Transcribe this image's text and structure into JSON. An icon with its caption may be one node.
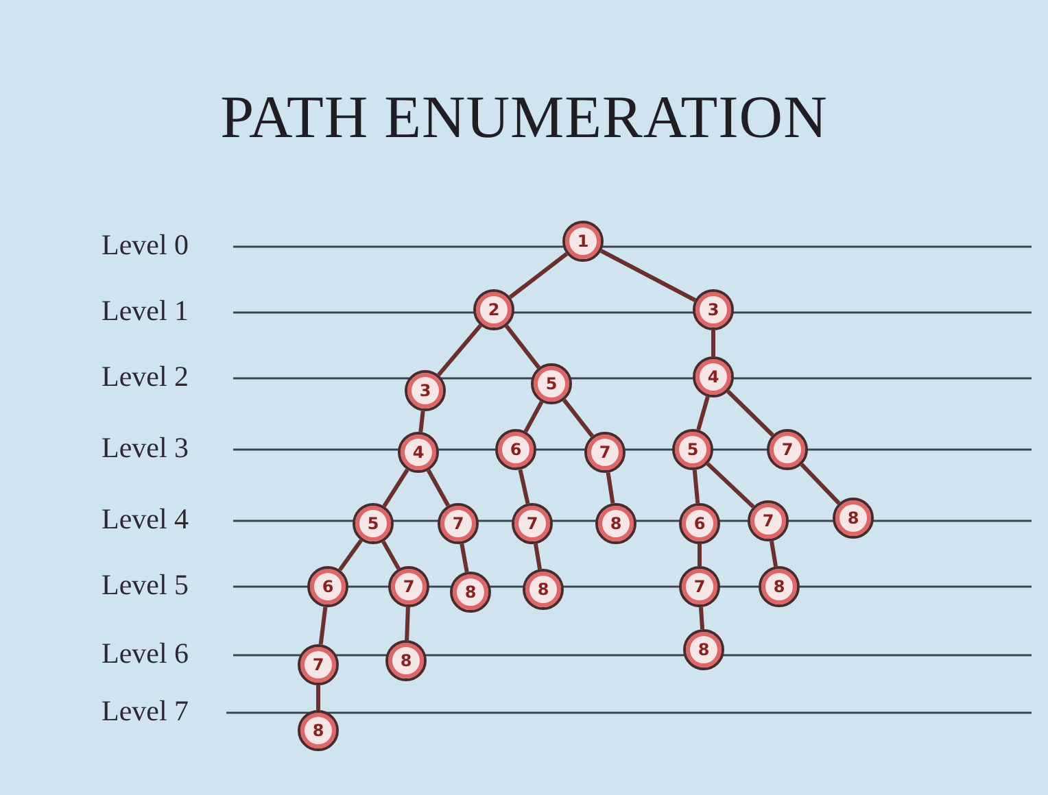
{
  "diagram": {
    "title": "PATH ENUMERATION",
    "nodes": [
      {
        "text": [
          "1"
        ]
      },
      {
        "text": [
          "2"
        ]
      },
      {
        "text": [
          "3"
        ]
      },
      {
        "text": [
          "3"
        ]
      },
      {
        "text": [
          "5"
        ]
      },
      {
        "text": [
          "4"
        ]
      },
      {
        "text": [
          "4"
        ]
      },
      {
        "text": [
          "6"
        ]
      },
      {
        "text": [
          "7"
        ]
      },
      {
        "text": [
          "5"
        ]
      },
      {
        "text": [
          "7"
        ]
      },
      {
        "text": [
          "5"
        ]
      },
      {
        "text": [
          "7"
        ]
      },
      {
        "text": [
          "7"
        ]
      },
      {
        "text": [
          "8"
        ]
      },
      {
        "text": [
          "6"
        ]
      },
      {
        "text": [
          "7"
        ]
      },
      {
        "text": [
          "8"
        ]
      },
      {
        "text": [
          "6"
        ]
      },
      {
        "text": [
          "7"
        ]
      },
      {
        "text": [
          "8"
        ]
      },
      {
        "text": [
          "8"
        ]
      },
      {
        "text": [
          "7"
        ]
      },
      {
        "text": [
          "8"
        ]
      },
      {
        "text": [
          "7"
        ]
      },
      {
        "text": [
          "8"
        ]
      },
      {
        "text": [
          "8"
        ]
      },
      {
        "text": [
          "8"
        ]
      }
    ],
    "edges": [
      {
        "from": 0,
        "to": 1,
        "arrow": "none"
      },
      {
        "from": 0,
        "to": 2,
        "arrow": "none"
      },
      {
        "from": 1,
        "to": 3,
        "arrow": "none"
      },
      {
        "from": 1,
        "to": 4,
        "arrow": "none"
      },
      {
        "from": 2,
        "to": 5,
        "arrow": "none"
      },
      {
        "from": 3,
        "to": 6,
        "arrow": "none"
      },
      {
        "from": 4,
        "to": 7,
        "arrow": "none"
      },
      {
        "from": 4,
        "to": 8,
        "arrow": "none"
      },
      {
        "from": 5,
        "to": 9,
        "arrow": "none"
      },
      {
        "from": 5,
        "to": 10,
        "arrow": "none"
      },
      {
        "from": 6,
        "to": 11,
        "arrow": "none"
      },
      {
        "from": 6,
        "to": 12,
        "arrow": "none"
      },
      {
        "from": 7,
        "to": 13,
        "arrow": "none"
      },
      {
        "from": 8,
        "to": 14,
        "arrow": "none"
      },
      {
        "from": 9,
        "to": 15,
        "arrow": "none"
      },
      {
        "from": 9,
        "to": 16,
        "arrow": "none"
      },
      {
        "from": 10,
        "to": 17,
        "arrow": "none"
      },
      {
        "from": 11,
        "to": 18,
        "arrow": "none"
      },
      {
        "from": 11,
        "to": 19,
        "arrow": "none"
      },
      {
        "from": 12,
        "to": 20,
        "arrow": "none"
      },
      {
        "from": 13,
        "to": 21,
        "arrow": "none"
      },
      {
        "from": 15,
        "to": 22,
        "arrow": "none"
      },
      {
        "from": 16,
        "to": 23,
        "arrow": "none"
      },
      {
        "from": 18,
        "to": 24,
        "arrow": "none"
      },
      {
        "from": 19,
        "to": 25,
        "arrow": "none"
      },
      {
        "from": 22,
        "to": 26,
        "arrow": "none"
      },
      {
        "from": 24,
        "to": 27,
        "arrow": "none"
      }
    ],
    "labels": [
      "Level 0",
      "Level 1",
      "Level 2",
      "Level 3",
      "Level 4",
      "Level 5",
      "Level 6",
      "Level 7"
    ]
  }
}
